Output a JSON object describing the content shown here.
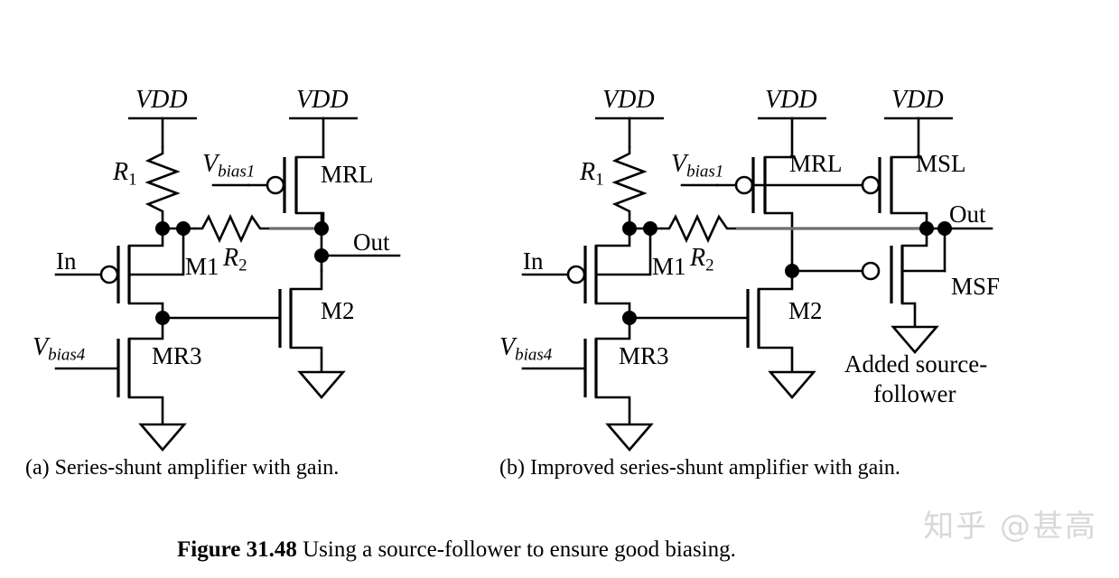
{
  "figure": {
    "number_label": "Figure 31.48",
    "caption_text": "Using a source-follower to ensure good biasing."
  },
  "subcaptions": {
    "a": "(a) Series-shunt amplifier with gain.",
    "b": "(b) Improved series-shunt amplifier with gain."
  },
  "watermark": "知乎 @甚高",
  "colors": {
    "wire": "#000000",
    "wire_highlight": "#6e6e6e",
    "background": "#ffffff",
    "watermark": "#d8d8d8"
  },
  "circuit_a": {
    "title": "Series-shunt amplifier with gain",
    "supplies": [
      {
        "name": "vdd-left",
        "label": "VDD"
      },
      {
        "name": "vdd-right",
        "label": "VDD"
      }
    ],
    "resistors": [
      {
        "name": "R1",
        "base": "R",
        "subscript": "1"
      },
      {
        "name": "R2",
        "base": "R",
        "subscript": "2"
      }
    ],
    "transistors": [
      {
        "name": "M1",
        "label": "M1",
        "type": "nmos-with-bulk"
      },
      {
        "name": "M2",
        "label": "M2",
        "type": "nmos"
      },
      {
        "name": "MR3",
        "label": "MR3",
        "type": "nmos"
      },
      {
        "name": "MRL",
        "label": "MRL",
        "type": "pmos"
      }
    ],
    "ports": [
      {
        "name": "in",
        "label": "In"
      },
      {
        "name": "out",
        "label": "Out"
      }
    ],
    "bias_nodes": [
      {
        "name": "vbias1",
        "base": "V",
        "subscript": "bias1"
      },
      {
        "name": "vbias4",
        "base": "V",
        "subscript": "bias4"
      }
    ],
    "grounds": 2
  },
  "circuit_b": {
    "title": "Improved series-shunt amplifier with gain",
    "supplies": [
      {
        "name": "vdd-left",
        "label": "VDD"
      },
      {
        "name": "vdd-mid",
        "label": "VDD"
      },
      {
        "name": "vdd-right",
        "label": "VDD"
      }
    ],
    "resistors": [
      {
        "name": "R1",
        "base": "R",
        "subscript": "1"
      },
      {
        "name": "R2",
        "base": "R",
        "subscript": "2"
      }
    ],
    "transistors": [
      {
        "name": "M1",
        "label": "M1",
        "type": "nmos-with-bulk"
      },
      {
        "name": "M2",
        "label": "M2",
        "type": "nmos"
      },
      {
        "name": "MR3",
        "label": "MR3",
        "type": "nmos"
      },
      {
        "name": "MRL",
        "label": "MRL",
        "type": "pmos"
      },
      {
        "name": "MSL",
        "label": "MSL",
        "type": "pmos"
      },
      {
        "name": "MSF",
        "label": "MSF",
        "type": "pmos-with-bulk"
      }
    ],
    "ports": [
      {
        "name": "in",
        "label": "In"
      },
      {
        "name": "out",
        "label": "Out"
      }
    ],
    "bias_nodes": [
      {
        "name": "vbias1",
        "base": "V",
        "subscript": "bias1"
      },
      {
        "name": "vbias4",
        "base": "V",
        "subscript": "bias4"
      }
    ],
    "annotation": {
      "line1": "Added source-",
      "line2": "follower"
    },
    "grounds": 3
  }
}
